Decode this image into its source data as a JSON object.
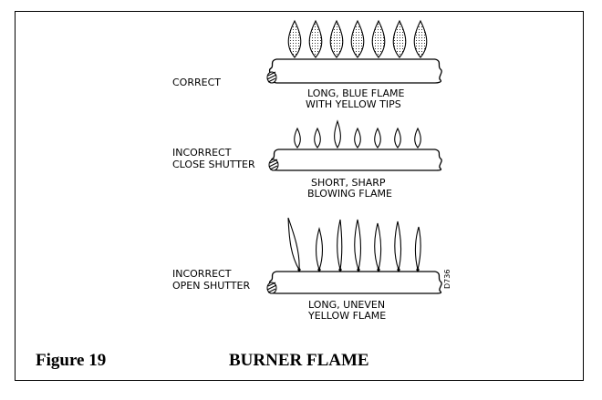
{
  "figure": {
    "number_label": "Figure 19",
    "title": "BURNER FLAME",
    "drawing_code": "D736"
  },
  "panels": [
    {
      "label_lines": [
        "CORRECT"
      ],
      "caption_lines": [
        "LONG, BLUE FLAME",
        "WITH YELLOW TIPS"
      ],
      "flame_type": "dotted-diamond",
      "flame_count": 7
    },
    {
      "label_lines": [
        "INCORRECT",
        "CLOSE SHUTTER"
      ],
      "caption_lines": [
        "SHORT, SHARP",
        "BLOWING FLAME"
      ],
      "flame_type": "small-teardrop",
      "flame_count": 7
    },
    {
      "label_lines": [
        "INCORRECT",
        "OPEN SHUTTER"
      ],
      "caption_lines": [
        "LONG, UNEVEN",
        "YELLOW FLAME"
      ],
      "flame_type": "tall-slender",
      "flame_count": 7
    }
  ]
}
